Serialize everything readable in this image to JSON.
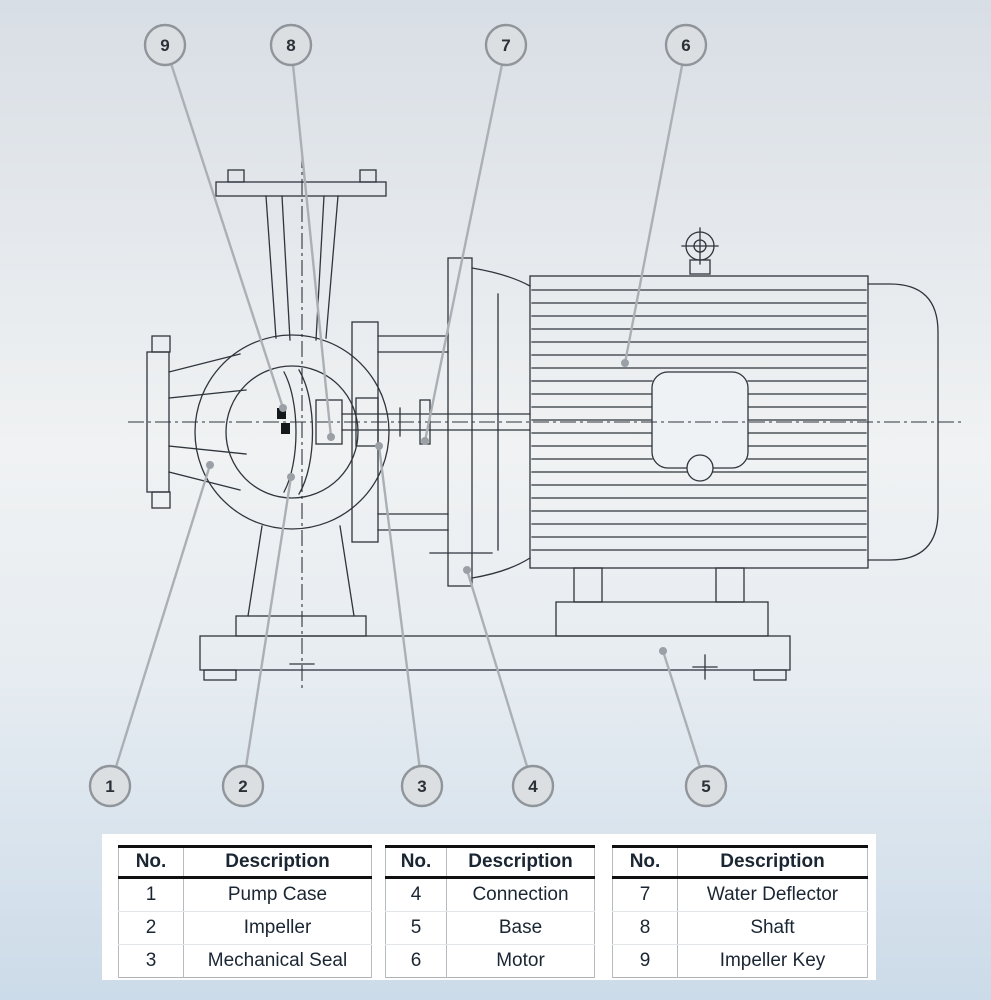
{
  "diagram": {
    "callouts": [
      {
        "num": "9"
      },
      {
        "num": "8"
      },
      {
        "num": "7"
      },
      {
        "num": "6"
      },
      {
        "num": "1"
      },
      {
        "num": "2"
      },
      {
        "num": "3"
      },
      {
        "num": "4"
      },
      {
        "num": "5"
      }
    ]
  },
  "tables": [
    {
      "headers": {
        "no": "No.",
        "desc": "Description"
      },
      "rows": [
        {
          "no": "1",
          "desc": "Pump Case"
        },
        {
          "no": "2",
          "desc": "Impeller"
        },
        {
          "no": "3",
          "desc": "Mechanical Seal"
        }
      ]
    },
    {
      "headers": {
        "no": "No.",
        "desc": "Description"
      },
      "rows": [
        {
          "no": "4",
          "desc": "Connection"
        },
        {
          "no": "5",
          "desc": "Base"
        },
        {
          "no": "6",
          "desc": "Motor"
        }
      ]
    },
    {
      "headers": {
        "no": "No.",
        "desc": "Description"
      },
      "rows": [
        {
          "no": "7",
          "desc": "Water Deflector"
        },
        {
          "no": "8",
          "desc": "Shaft"
        },
        {
          "no": "9",
          "desc": "Impeller Key"
        }
      ]
    }
  ],
  "colors": {
    "background_top": "#d8dee5",
    "background_bottom": "#ccdbe9",
    "line": "#2f353c",
    "leader": "#abb0b5",
    "callout_fill": "#dcdfe1",
    "callout_border": "#8f959b",
    "table_text": "#1b2633",
    "header_border": "#101010"
  }
}
